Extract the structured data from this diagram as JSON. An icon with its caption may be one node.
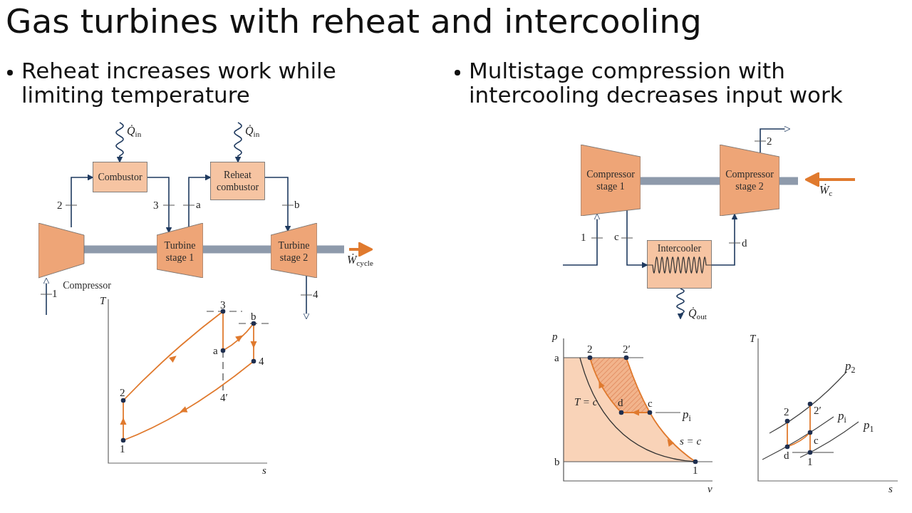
{
  "diagram": {
    "title": "Gas turbines with reheat and intercooling",
    "nodes": [
      {
        "text": [
          "Compressor"
        ]
      },
      {
        "text": [
          "Combustor"
        ]
      },
      {
        "text": [
          "Reheat combustor"
        ]
      },
      {
        "text": [
          "Turbine stage 1"
        ]
      },
      {
        "text": [
          "Turbine stage 2"
        ]
      },
      {
        "text": [
          "Compressor stage 1"
        ]
      },
      {
        "text": [
          "Compressor stage 2"
        ]
      },
      {
        "text": [
          "Intercooler"
        ]
      }
    ],
    "edges": [
      {
        "from": null,
        "to": 0,
        "arrow": "to",
        "label": "1"
      },
      {
        "from": 0,
        "to": 1,
        "arrow": "to",
        "label": "2"
      },
      {
        "from": null,
        "to": 1,
        "arrow": "to",
        "label": "*Q̇*$_{in}$"
      },
      {
        "from": 1,
        "to": 3,
        "arrow": "to",
        "label": "3"
      },
      {
        "from": 3,
        "to": 2,
        "arrow": "to",
        "label": "a"
      },
      {
        "from": null,
        "to": 2,
        "arrow": "to",
        "label": "*Q̇*$_{in}$"
      },
      {
        "from": 2,
        "to": 4,
        "arrow": "to",
        "label": "b"
      },
      {
        "from": 4,
        "to": null,
        "arrow": "to",
        "label": "4"
      },
      {
        "from": 0,
        "to": 3,
        "arrow": "none",
        "style": "thick",
        "color": "#8e9aab"
      },
      {
        "from": 3,
        "to": 4,
        "arrow": "none",
        "style": "thick",
        "color": "#8e9aab"
      },
      {
        "from": null,
        "to": 5,
        "arrow": "to",
        "label": "1"
      },
      {
        "from": 5,
        "to": 7,
        "arrow": "to",
        "label": "c"
      },
      {
        "from": 7,
        "to": null,
        "arrow": "to",
        "label": "*Q̇*$_{out}$"
      },
      {
        "from": 7,
        "to": 6,
        "arrow": "to",
        "label": "d"
      },
      {
        "from": 6,
        "to": null,
        "arrow": "to",
        "label": "2"
      },
      {
        "from": 5,
        "to": 6,
        "arrow": "none",
        "style": "thick",
        "color": "#8e9aab"
      }
    ],
    "labels": [
      "Reheat increases work while limiting temperature",
      "Multistage compression with intercooling decreases input work",
      "*Ẇ*$_{cycle}$",
      "*Ẇ*$_{c}$",
      "T",
      "3",
      "b",
      "a",
      "4",
      "4′",
      "2",
      "1",
      "s",
      "p",
      "2",
      "2′",
      "a",
      "T = c",
      "d",
      "c",
      "*p*$_{i}$",
      "s = c",
      "b",
      "1",
      "v",
      "T",
      "*p*$_{2}$",
      "2",
      "2′",
      "*p*$_{i}$",
      "*p*$_{1}$",
      "c",
      "d",
      "1",
      "s"
    ]
  }
}
